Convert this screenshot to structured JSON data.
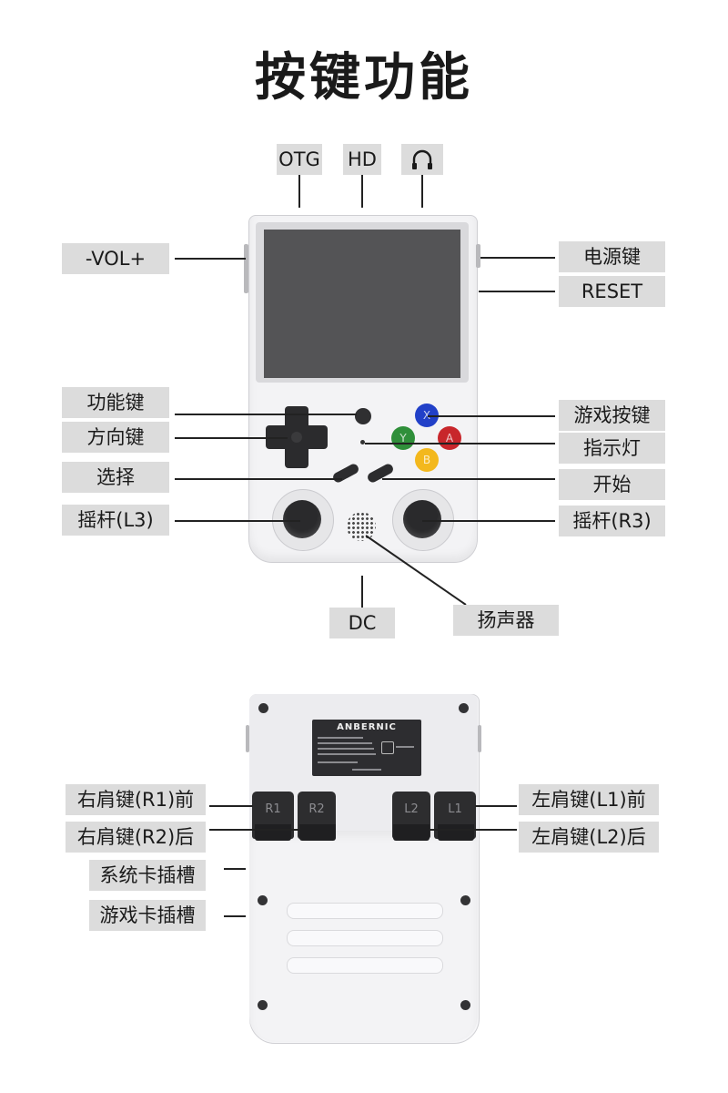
{
  "title": "按键功能",
  "front": {
    "top_labels": {
      "otg": "OTG",
      "hd": "HD",
      "headphone_icon": "headphone-icon"
    },
    "left_labels": {
      "vol": "-VOL+",
      "function_key": "功能键",
      "dpad": "方向键",
      "select": "选择",
      "stick_l3": "摇杆(L3)"
    },
    "right_labels": {
      "power": "电源键",
      "reset": "RESET",
      "game_buttons": "游戏按键",
      "indicator": "指示灯",
      "start": "开始",
      "stick_r3": "摇杆(R3)"
    },
    "bottom_labels": {
      "dc": "DC",
      "speaker": "扬声器"
    },
    "face_buttons": [
      {
        "letter": "X",
        "color": "#2140c8"
      },
      {
        "letter": "Y",
        "color": "#2f8f3a"
      },
      {
        "letter": "A",
        "color": "#c8262b"
      },
      {
        "letter": "B",
        "color": "#f3b81d"
      }
    ]
  },
  "back": {
    "brand": "ANBERNIC",
    "shoulder_keys": {
      "r1": "R1",
      "r2": "R2",
      "l2": "L2",
      "l1": "L1"
    },
    "left_labels": {
      "r1_front": "右肩键(R1)前",
      "r2_back": "右肩键(R2)后",
      "system_card": "系统卡插槽",
      "game_card": "游戏卡插槽"
    },
    "right_labels": {
      "l1_front": "左肩键(L1)前",
      "l2_back": "左肩键(L2)后"
    }
  }
}
